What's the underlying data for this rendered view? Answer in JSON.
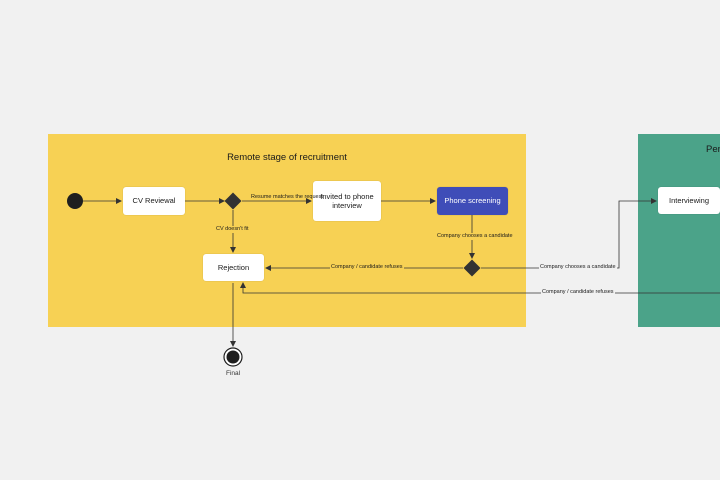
{
  "lanes": {
    "remote": {
      "title": "Remote stage of recruitment",
      "color": "#f7d154"
    },
    "person": {
      "title": "Per",
      "color": "#4ba389"
    }
  },
  "nodes": {
    "cv_review": "CV Reviewal",
    "invited": "Invited to phone interview",
    "phone_screening": "Phone screening",
    "rejection": "Rejection",
    "interviewing": "Interviewing",
    "final": "Final"
  },
  "edges": {
    "resume_matches": "Resume matches the request",
    "cv_doesnt_fit": "CV doesn't fit",
    "company_chooses_1": "Company chooses a candidate",
    "company_chooses_2": "Company chooses a candidate",
    "company_refuses_1": "Company / candidate refuses",
    "company_refuses_2": "Company / candidate refuses"
  },
  "colors": {
    "highlight_node": "#3f4db8",
    "decision": "#333333",
    "background": "#f1f1f1"
  }
}
